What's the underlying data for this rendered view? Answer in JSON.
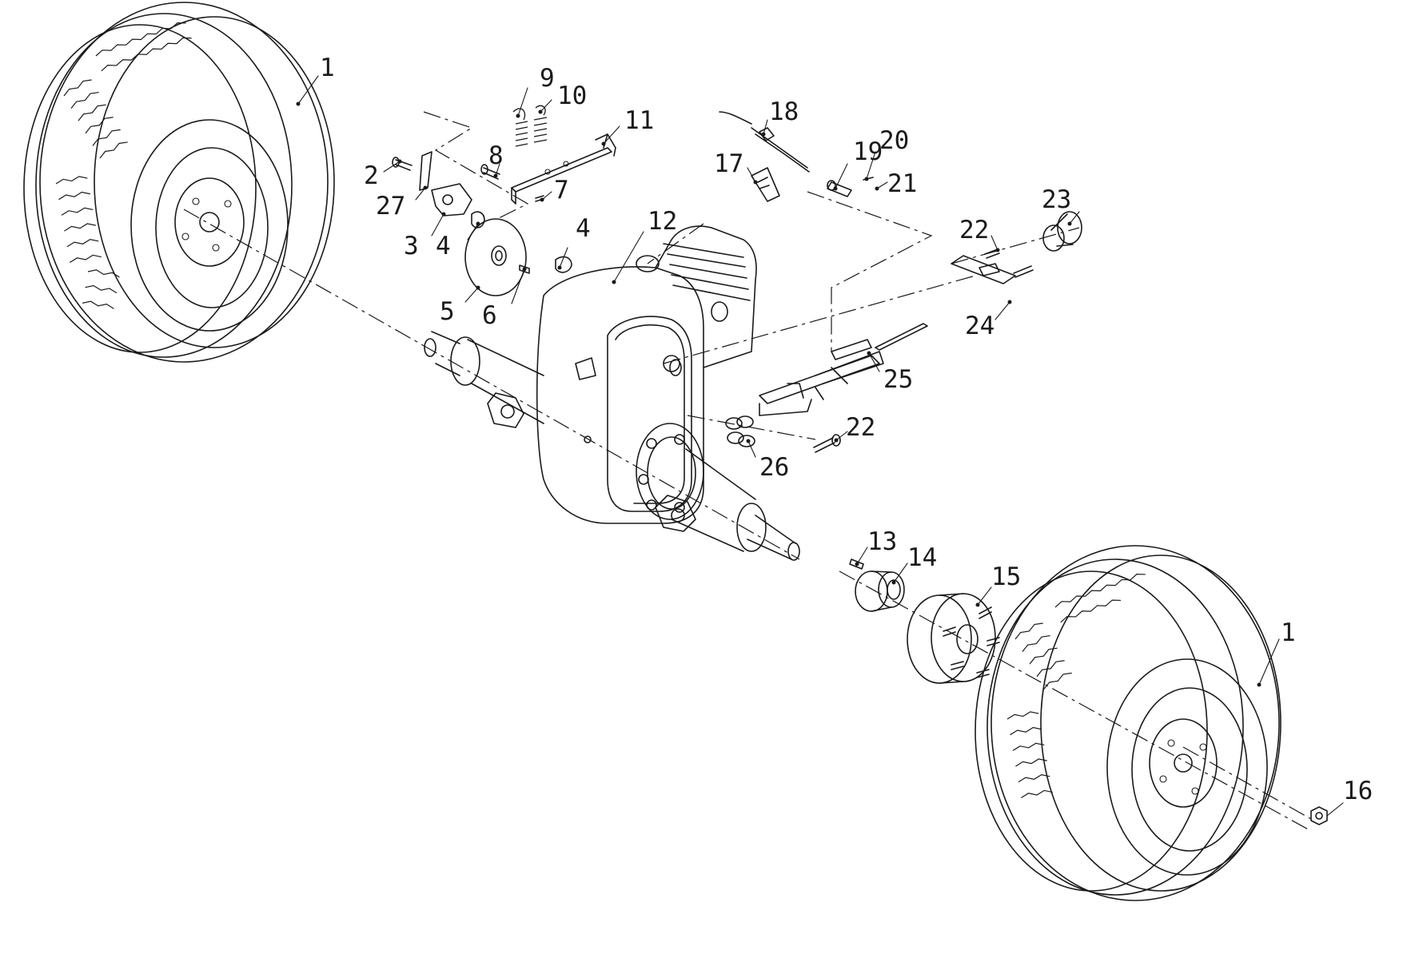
{
  "diagram": {
    "callouts": [
      {
        "id": "1a",
        "text": "1"
      },
      {
        "id": "1b",
        "text": "1"
      },
      {
        "id": "2",
        "text": "2"
      },
      {
        "id": "3",
        "text": "3"
      },
      {
        "id": "4a",
        "text": "4"
      },
      {
        "id": "4b",
        "text": "4"
      },
      {
        "id": "5",
        "text": "5"
      },
      {
        "id": "6",
        "text": "6"
      },
      {
        "id": "7",
        "text": "7"
      },
      {
        "id": "8",
        "text": "8"
      },
      {
        "id": "9",
        "text": "9"
      },
      {
        "id": "10",
        "text": "10"
      },
      {
        "id": "11",
        "text": "11"
      },
      {
        "id": "12",
        "text": "12"
      },
      {
        "id": "13",
        "text": "13"
      },
      {
        "id": "14",
        "text": "14"
      },
      {
        "id": "15",
        "text": "15"
      },
      {
        "id": "16",
        "text": "16"
      },
      {
        "id": "17",
        "text": "17"
      },
      {
        "id": "18",
        "text": "18"
      },
      {
        "id": "19",
        "text": "19"
      },
      {
        "id": "20",
        "text": "20"
      },
      {
        "id": "21",
        "text": "21"
      },
      {
        "id": "22a",
        "text": "22"
      },
      {
        "id": "22b",
        "text": "22"
      },
      {
        "id": "23",
        "text": "23"
      },
      {
        "id": "24",
        "text": "24"
      },
      {
        "id": "25",
        "text": "25"
      },
      {
        "id": "26",
        "text": "26"
      },
      {
        "id": "27",
        "text": "27"
      }
    ]
  }
}
